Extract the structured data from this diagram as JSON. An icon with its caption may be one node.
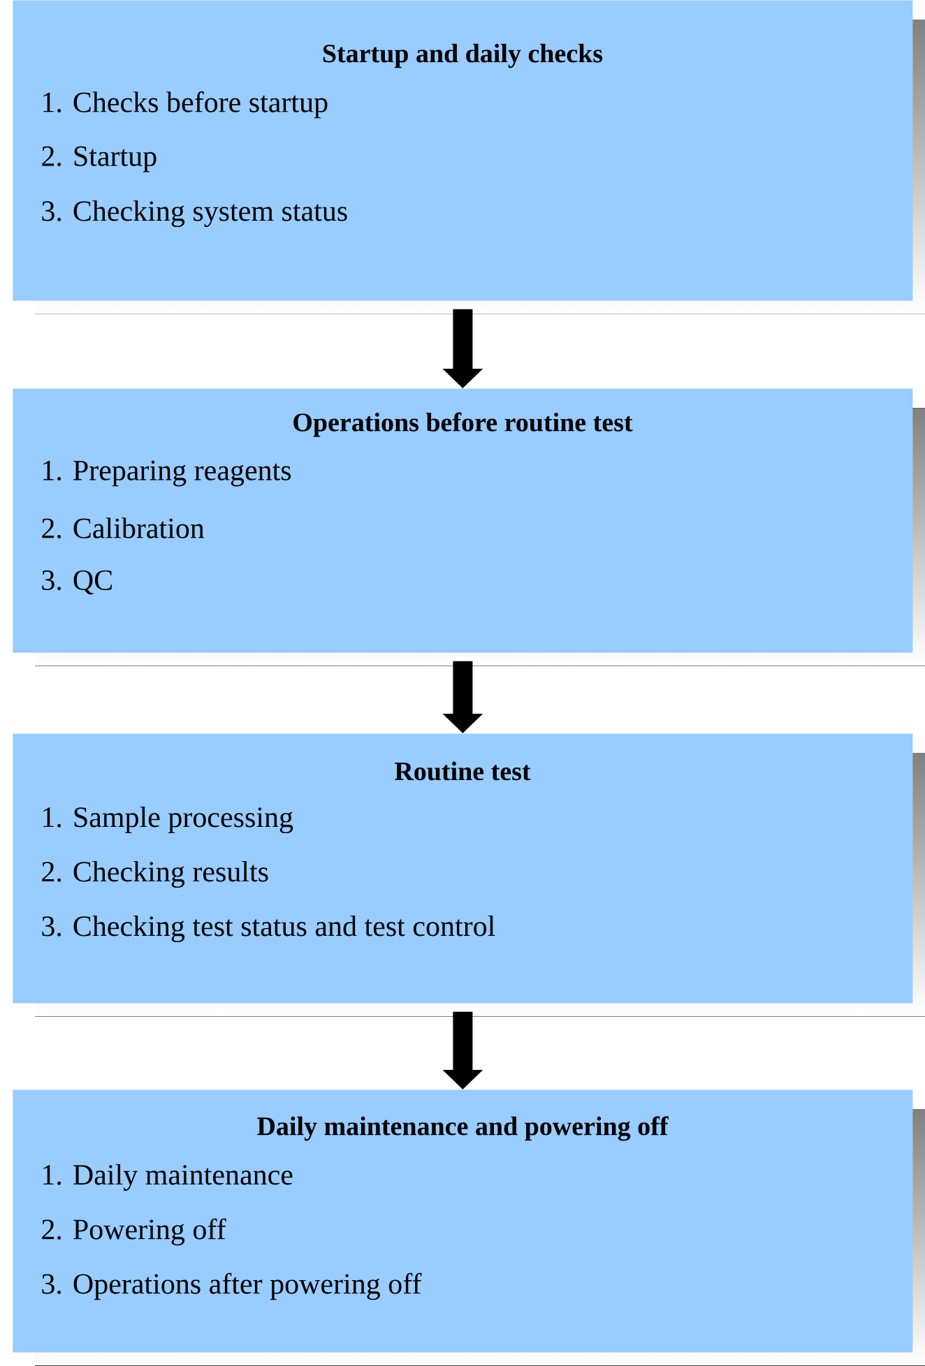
{
  "diagram": {
    "nodes": [
      {
        "text": [
          "Startup and daily checks",
          "1. Checks before startup",
          "2. Startup",
          "3. Checking system status"
        ]
      },
      {
        "text": [
          "Operations before routine test",
          "1. Preparing reagents",
          "2. Calibration",
          "3. QC"
        ]
      },
      {
        "text": [
          "Routine test",
          "1. Sample processing",
          "2. Checking results",
          "3. Checking test status and test control"
        ]
      },
      {
        "text": [
          "Daily maintenance and powering off",
          "1. Daily maintenance",
          "2. Powering off",
          "3. Operations after powering off"
        ]
      }
    ],
    "edges": [
      {
        "from": 0,
        "to": 1,
        "arrow": "to"
      },
      {
        "from": 1,
        "to": 2,
        "arrow": "to"
      },
      {
        "from": 2,
        "to": 3,
        "arrow": "to"
      }
    ]
  }
}
